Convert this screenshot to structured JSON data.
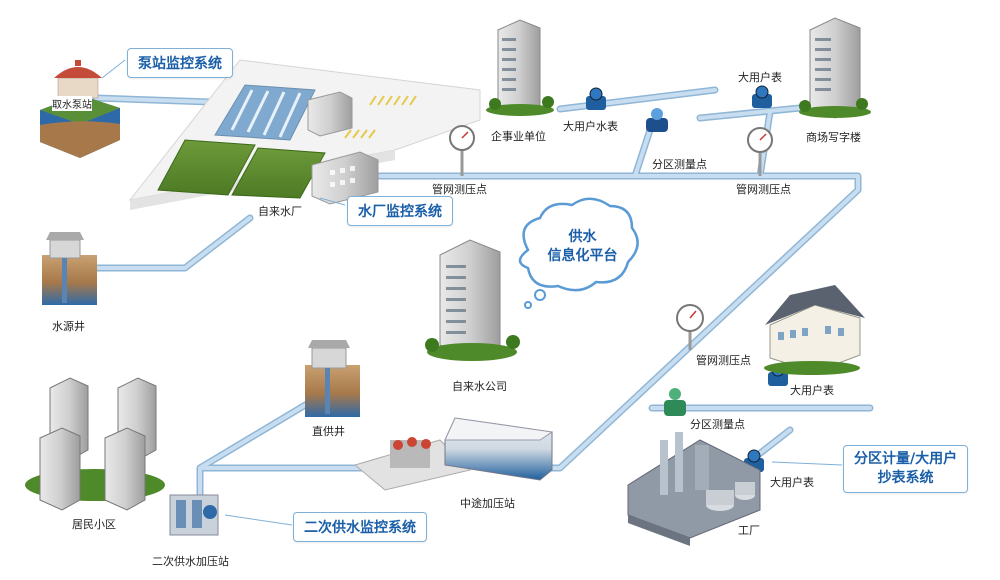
{
  "callouts": {
    "pump_station": "泵站监控系统",
    "water_plant": "水厂监控系统",
    "secondary_supply": "二次供水监控系统",
    "zone_metering_line1": "分区计量/大用户",
    "zone_metering_line2": "抄表系统"
  },
  "platform": {
    "line1": "供水",
    "line2": "信息化平台"
  },
  "labels": {
    "intake_pump": "取水泵站",
    "water_plant": "自来水厂",
    "source_well": "水源井",
    "enterprise": "企事业单位",
    "big_meter_top": "大用户水表",
    "big_user_meter_top_right": "大用户表",
    "zone_point_top": "分区测量点",
    "commercial_building": "商场写字楼",
    "pressure_point_1": "管网测压点",
    "pressure_point_2": "管网测压点",
    "pressure_point_3": "管网测压点",
    "water_company": "自来水公司",
    "direct_well": "直供井",
    "residential": "居民小区",
    "secondary_station": "二次供水加压站",
    "booster_station": "中途加压站",
    "zone_point_bottom": "分区测量点",
    "big_user_meter_right": "大用户表",
    "big_user_meter_factory": "大用户表",
    "factory": "工厂"
  },
  "colors": {
    "pipe": "#b9d3e8",
    "pipe_edge": "#8fb6d6",
    "callout_border": "#7fb0d8",
    "callout_text": "#1a5fa8"
  }
}
